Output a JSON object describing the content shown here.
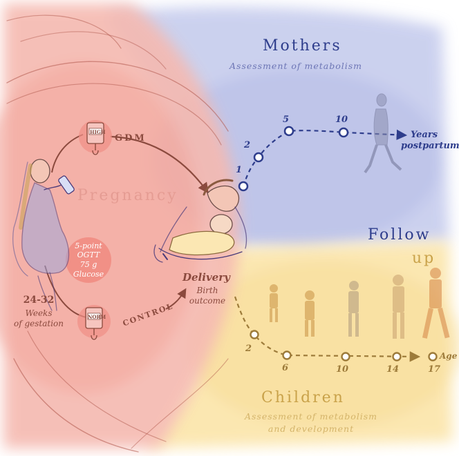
{
  "colors": {
    "mothers": "#2e3d8c",
    "mothers_wash": "#b8bfe6",
    "children": "#c9a24a",
    "children_wash": "#f8dd93",
    "pregnancy": "#d4756e",
    "pregnancy_wash": "#f4b3ab",
    "arrow": "#8b4a3e"
  },
  "mothers": {
    "title": "Mothers",
    "subtitle": "Assessment of metabolism",
    "timepoints": [
      "1",
      "2",
      "5",
      "10"
    ],
    "axis_label_1": "Years",
    "axis_label_2": "postpartum"
  },
  "follow_up": {
    "line1": "Follow",
    "line2": "up"
  },
  "children": {
    "title": "Children",
    "subtitle_1": "Assessment of metabolism",
    "subtitle_2": "and development",
    "timepoints": [
      "2",
      "6",
      "10",
      "14",
      "17"
    ],
    "axis_label": "Age"
  },
  "pregnancy": {
    "title": "Pregnancy",
    "ogtt_1": "5-point",
    "ogtt_2": "OGTT",
    "ogtt_3": "75 g",
    "ogtt_4": "Glucose",
    "weeks_range": "24-32",
    "weeks_1": "Weeks",
    "weeks_2": "of gestation",
    "gdm_label": "GDM",
    "control_label": "CONTROL",
    "high_tag": "HIGH",
    "norm_tag": "NORM"
  },
  "delivery": {
    "title": "Delivery",
    "line1": "Birth",
    "line2": "outcome"
  },
  "icons": [
    "glucose-bag-high-icon",
    "glucose-bag-norm-icon",
    "pregnant-woman-icon",
    "mother-baby-icon",
    "walking-woman-icon",
    "children-silhouettes-icon"
  ]
}
